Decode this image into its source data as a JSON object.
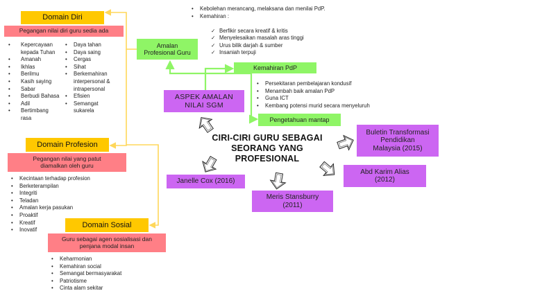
{
  "title": "CIRI-CIRI GURU SEBAGAI SEORANG YANG PROFESIONAL",
  "title_lines": [
    "CIRI-CIRI GURU SEBAGAI",
    "SEORANG YANG",
    "PROFESIONAL"
  ],
  "colors": {
    "domain_yellow": "#ffc800",
    "domain_pink": "#ff7f86",
    "green": "#8ff566",
    "purple": "#cc66f2",
    "yellow_connector": "#ffd75a",
    "green_connector": "#8ff566"
  },
  "domain_diri": {
    "heading": "Domain Diri",
    "subtitle": "Pegangan nilai diri guru sedia ada",
    "col1": [
      "Kepercayaan kepada Tuhan",
      "Amanah",
      "Ikhlas",
      "Berilmu",
      "Kasih saying",
      "Sabar",
      "Berbudi Bahasa",
      "Adil",
      "Bertimbang rasa"
    ],
    "col2": [
      "Daya tahan",
      "Daya saing",
      "Cergas",
      "Sihat",
      "Berkemahiran interpersonal & intrapersonal",
      "Efisien",
      "Semangat sukarela"
    ]
  },
  "domain_profesion": {
    "heading": "Domain Profesion",
    "subtitle_lines": [
      "Pegangan nilai yang patut",
      "diamalkan oleh guru"
    ],
    "items": [
      "Kecintaan terhadap profesion",
      "Berketerampilan",
      "Integriti",
      "Teladan",
      "Amalan kerja pasukan",
      "Proaktif",
      "Kreatif",
      "Inovatif"
    ]
  },
  "domain_sosial": {
    "heading": "Domain Sosial",
    "subtitle_lines": [
      "Guru sebagai agen sosialisasi dan",
      "penjana modal insan"
    ],
    "items": [
      "Keharmonian",
      "Kemahiran social",
      "Semangat bermasyarakat",
      "Patriotisme",
      "Cinta alam sekitar"
    ]
  },
  "amalan": {
    "label_lines": [
      "Amalan",
      "Profesional Guru"
    ],
    "items": [
      "Kebolehan merancang, melaksana dan menilai PdP.",
      "Kemahiran :"
    ],
    "skills": [
      "Berfikir secara kreatif & kritis",
      "Menyelesaikan masalah aras tinggi",
      "Urus bilik darjah & sumber",
      "Insaniah terpuji"
    ]
  },
  "kemahiran_pdp": {
    "label": "Kemahiran PdP",
    "items": [
      "Persekitaran pembelajaran kondusif",
      "Menambah baik amalan PdP",
      "Guna ICT",
      "Kembang potensi murid secara menyeluruh"
    ]
  },
  "aspek": {
    "label_lines": [
      "ASPEK AMALAN",
      "NILAI SGM"
    ]
  },
  "pengetahuan": {
    "label": "Pengetahuan mantap"
  },
  "sources": {
    "buletin": [
      "Buletin Transformasi",
      "Pendidikan",
      "Malaysia (2015)"
    ],
    "abd_karim": [
      "Abd Karim Alias",
      "(2012)"
    ],
    "janelle": "Janelle Cox (2016)",
    "meris": [
      "Meris Stansburry",
      "(2011)"
    ]
  },
  "icons": {
    "arrow": "hand-drawn-outline-arrow-icon",
    "check": "check-mark-icon",
    "bullet": "bullet-icon"
  }
}
